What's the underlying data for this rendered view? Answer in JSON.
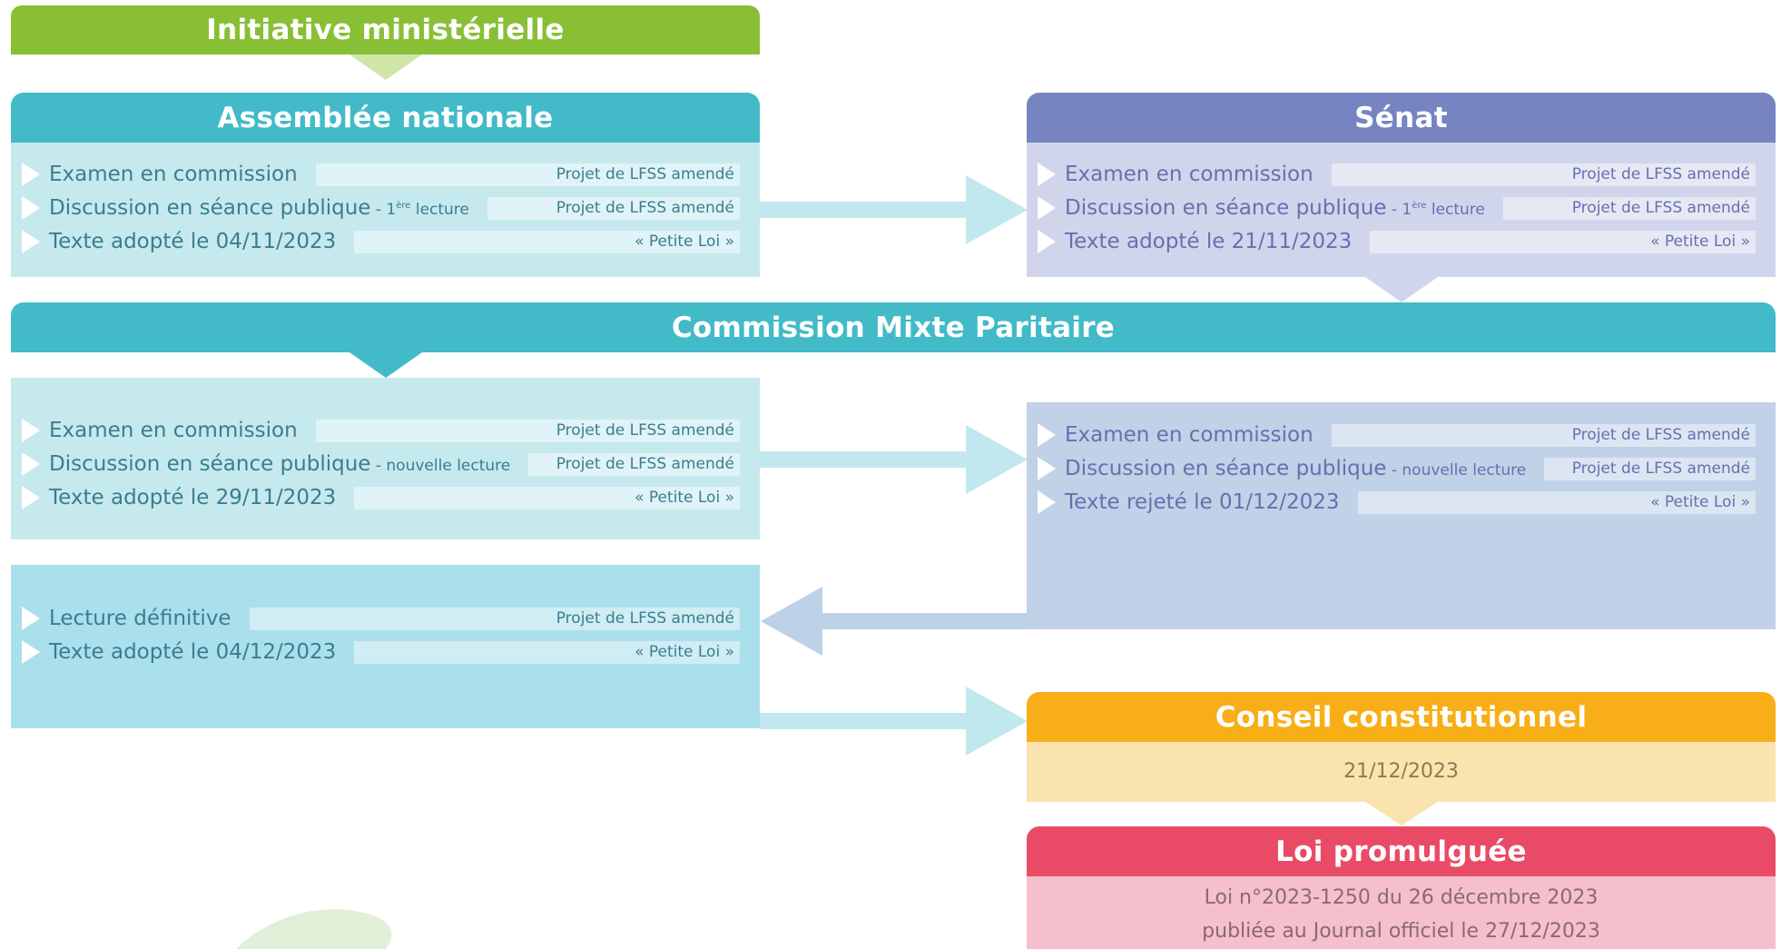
{
  "initiative": {
    "title": "Initiative ministérielle"
  },
  "assemblee": {
    "title": "Assemblée nationale",
    "rows": [
      {
        "label": "Examen en commission",
        "note": "",
        "note_sup": "",
        "note_rest": "",
        "doc": "Projet de LFSS amendé"
      },
      {
        "label": "Discussion en séance publique",
        "note": " - 1",
        "note_sup": "ère",
        "note_rest": " lecture",
        "doc": "Projet de LFSS amendé"
      },
      {
        "label": "Texte adopté le 04/11/2023",
        "note": "",
        "note_sup": "",
        "note_rest": "",
        "doc": "« Petite Loi »"
      }
    ]
  },
  "senat": {
    "title": "Sénat",
    "rows": [
      {
        "label": "Examen en commission",
        "note": "",
        "note_sup": "",
        "note_rest": "",
        "doc": "Projet de LFSS amendé"
      },
      {
        "label": "Discussion en séance publique",
        "note": " - 1",
        "note_sup": "ère",
        "note_rest": " lecture",
        "doc": "Projet de LFSS amendé"
      },
      {
        "label": "Texte adopté le 21/11/2023",
        "note": "",
        "note_sup": "",
        "note_rest": "",
        "doc": "« Petite Loi »"
      }
    ]
  },
  "cmp": {
    "title": "Commission Mixte Paritaire"
  },
  "assemblee_nouvelle": {
    "rows": [
      {
        "label": "Examen en commission",
        "note": "",
        "doc": "Projet de LFSS amendé"
      },
      {
        "label": "Discussion en séance publique",
        "note": " - nouvelle lecture",
        "doc": "Projet de LFSS amendé"
      },
      {
        "label": "Texte adopté le 29/11/2023",
        "note": "",
        "doc": "« Petite Loi »"
      }
    ]
  },
  "senat_nouvelle": {
    "rows": [
      {
        "label": "Examen en commission",
        "note": "",
        "doc": "Projet de LFSS amendé"
      },
      {
        "label": "Discussion en séance publique",
        "note": " - nouvelle lecture",
        "doc": "Projet de LFSS amendé"
      },
      {
        "label": "Texte rejeté le 01/12/2023",
        "note": "",
        "doc": "« Petite Loi »"
      }
    ]
  },
  "lecture_definitive": {
    "rows": [
      {
        "label": "Lecture définitive",
        "note": "",
        "doc": "Projet de LFSS amendé"
      },
      {
        "label": "Texte adopté le 04/12/2023",
        "note": "",
        "doc": "« Petite Loi »"
      }
    ]
  },
  "conseil": {
    "title": "Conseil constitutionnel",
    "date": "21/12/2023"
  },
  "loi": {
    "title": "Loi promulguée",
    "line1": "Loi n°2023-1250 du 26 décembre 2023",
    "line2": "publiée au Journal officiel le 27/12/2023"
  },
  "colors": {
    "green": "#88bf35",
    "teal": "#42bac8",
    "violet": "#7784c2",
    "orange": "#f8ae16",
    "red": "#e94b67"
  }
}
